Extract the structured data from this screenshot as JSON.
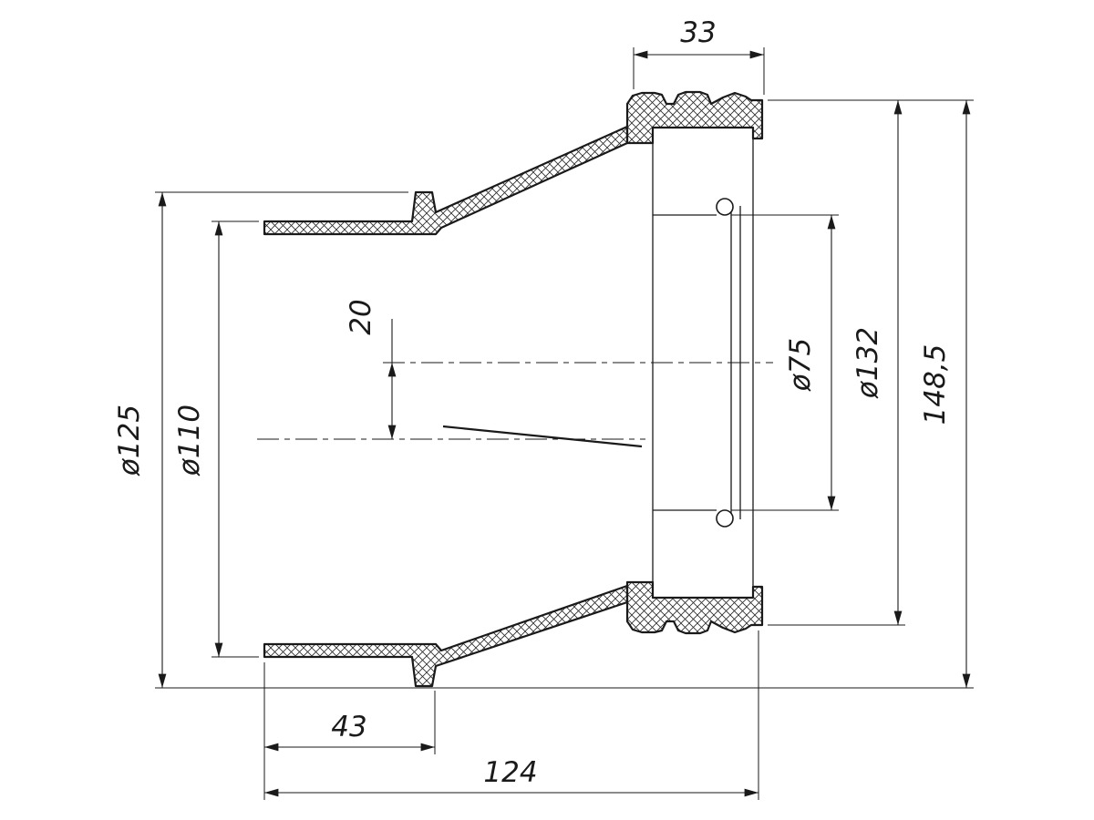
{
  "drawing": {
    "type": "technical-cross-section",
    "subject": "eccentric pipe reducer adapter with sealing socket",
    "background_color": "#ffffff",
    "line_color": "#1a1a1a",
    "dimensions": {
      "socket_depth": "33",
      "bead_outer_diameter": "ø125",
      "pipe_outer_diameter": "ø110",
      "axis_offset": "20",
      "seal_inner_diameter": "ø75",
      "socket_outer_diameter": "ø132",
      "overall_height": "148,5",
      "spigot_length": "43",
      "overall_length": "124"
    }
  }
}
